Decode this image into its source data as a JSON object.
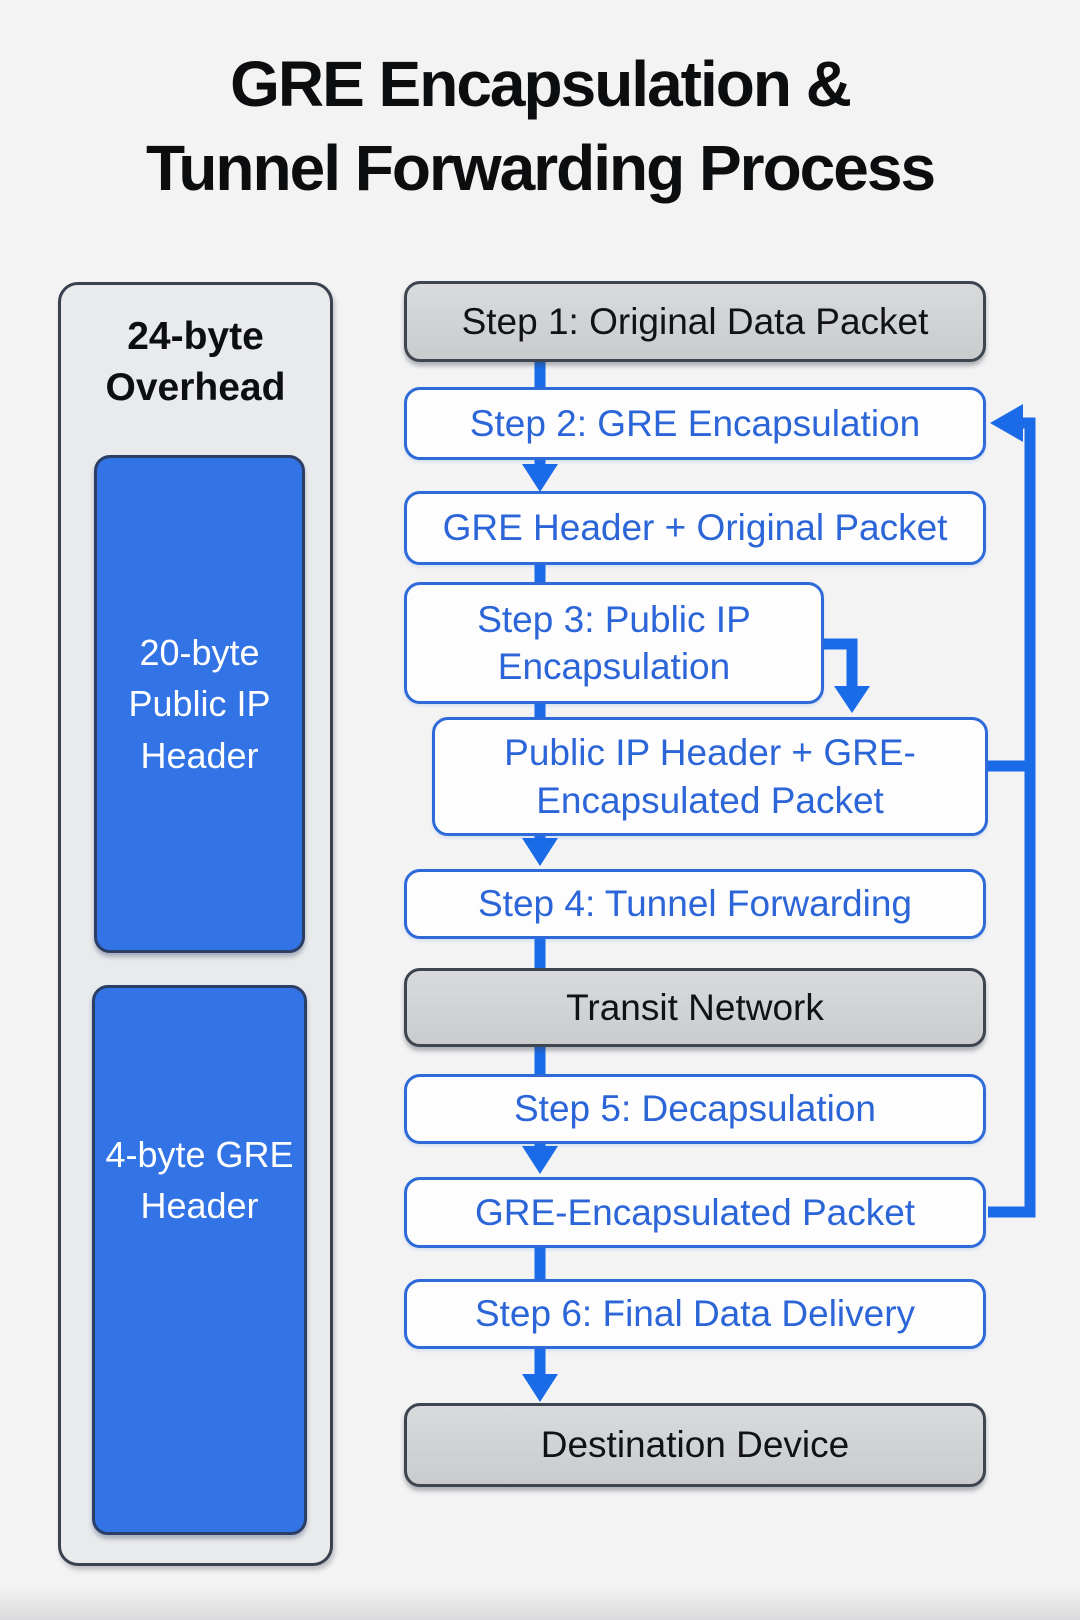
{
  "title": {
    "line1": "GRE Encapsulation &",
    "line2": "Tunnel Forwarding Process"
  },
  "sidebar": {
    "title": "24-byte Overhead",
    "segments": [
      {
        "id": "public-ip-header",
        "label": "20-byte Public IP Header"
      },
      {
        "id": "gre-header",
        "label": "4-byte GRE Header"
      }
    ]
  },
  "flow": {
    "boxes": [
      {
        "id": "step-1",
        "label": "Step 1: Original Data Packet",
        "kind": "endpoint"
      },
      {
        "id": "step-2",
        "label": "Step 2: GRE Encapsulation",
        "kind": "process"
      },
      {
        "id": "gre-header-original-packet",
        "label": "GRE Header + Original Packet",
        "kind": "process"
      },
      {
        "id": "step-3",
        "label": "Step 3: Public IP Encapsulation",
        "kind": "process"
      },
      {
        "id": "public-ip-gre-packet",
        "label": "Public IP Header + GRE-Encapsulated Packet",
        "kind": "process"
      },
      {
        "id": "step-4",
        "label": "Step 4: Tunnel Forwarding",
        "kind": "process"
      },
      {
        "id": "transit-network",
        "label": "Transit Network",
        "kind": "endpoint"
      },
      {
        "id": "step-5",
        "label": "Step 5: Decapsulation",
        "kind": "process"
      },
      {
        "id": "gre-encapsulated-packet",
        "label": "GRE-Encapsulated Packet",
        "kind": "process"
      },
      {
        "id": "step-6",
        "label": "Step 6: Final Data Delivery",
        "kind": "process"
      },
      {
        "id": "destination-device",
        "label": "Destination Device",
        "kind": "endpoint"
      }
    ]
  },
  "colors": {
    "background": "#f3f3f4",
    "accent_blue": "#1b6be9",
    "blue_fill": "#3273e6",
    "blue_text": "#2b65d7",
    "blue_border": "#2e6ad8",
    "gray_fill": "#ced0d2",
    "dark_border": "#3d4550",
    "title_text": "#0c0d0f"
  }
}
